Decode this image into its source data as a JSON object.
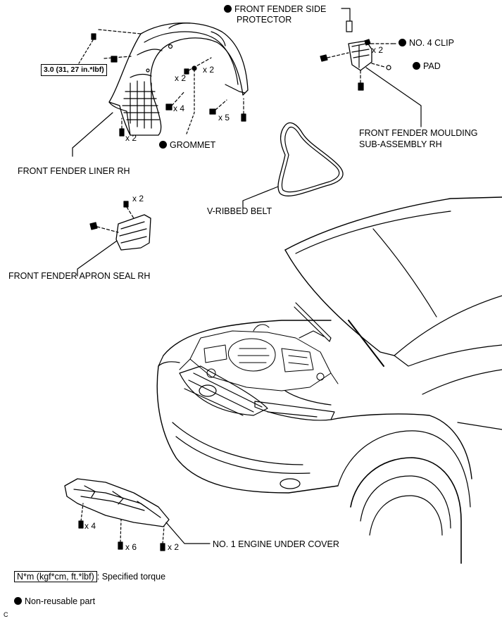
{
  "parts": {
    "side_protector": [
      "FRONT FENDER SIDE",
      "PROTECTOR"
    ],
    "no4_clip": "NO. 4 CLIP",
    "pad": "PAD",
    "moulding": [
      "FRONT FENDER MOULDING",
      "SUB-ASSEMBLY RH"
    ],
    "grommet": "GROMMET",
    "liner": "FRONT FENDER LINER RH",
    "vbelt": "V-RIBBED BELT",
    "apron_seal": "FRONT FENDER APRON SEAL RH",
    "under_cover": "NO. 1 ENGINE UNDER COVER"
  },
  "torque_spec": "3.0 (31, 27 in.*lbf)",
  "quantities": {
    "clip": "x 2",
    "liner_grommet": "x 2",
    "liner_screw": "x 2",
    "liner_clip4": "x 4",
    "liner_clip5": "x 5",
    "liner_bottom": "x 2",
    "apron_bolt": "x 2",
    "cover_left": "x 4",
    "cover_mid": "x 6",
    "cover_right": "x 2"
  },
  "legend": {
    "units": "N*m (kgf*cm, ft.*lbf)",
    "units_desc": ": Specified torque",
    "nonreusable": "Non-reusable part"
  },
  "corner_mark": "C"
}
